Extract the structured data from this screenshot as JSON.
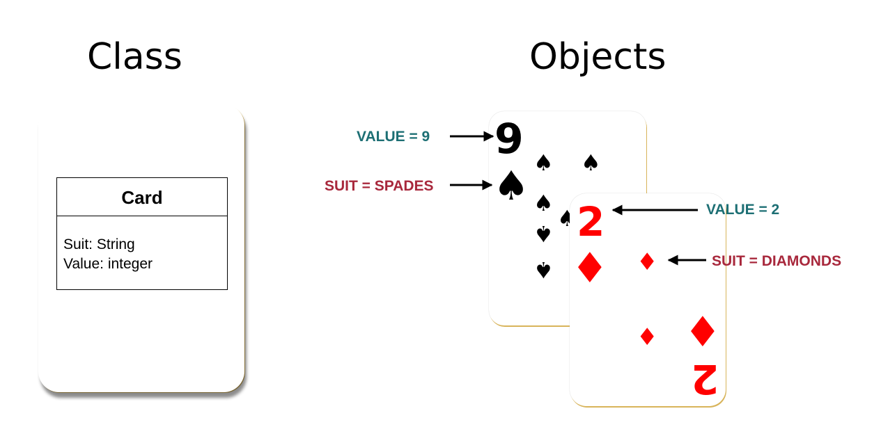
{
  "headings": {
    "class": "Class",
    "objects": "Objects"
  },
  "class_box": {
    "name": "Card",
    "attributes": [
      "Suit: String",
      "Value: integer"
    ]
  },
  "objects": {
    "nine_of_spades": {
      "rank": "9",
      "value_label": "VALUE = 9",
      "suit_label": "SUIT = SPADES",
      "pip_glyph": "♠"
    },
    "two_of_diamonds": {
      "rank": "2",
      "value_label": "VALUE = 2",
      "suit_label": "SUIT = DIAMONDS",
      "pip_glyph": "♦"
    }
  },
  "colors": {
    "value_label": "#1d6f74",
    "suit_label": "#a8283c",
    "diamond": "#ff0000",
    "spade": "#000000"
  }
}
